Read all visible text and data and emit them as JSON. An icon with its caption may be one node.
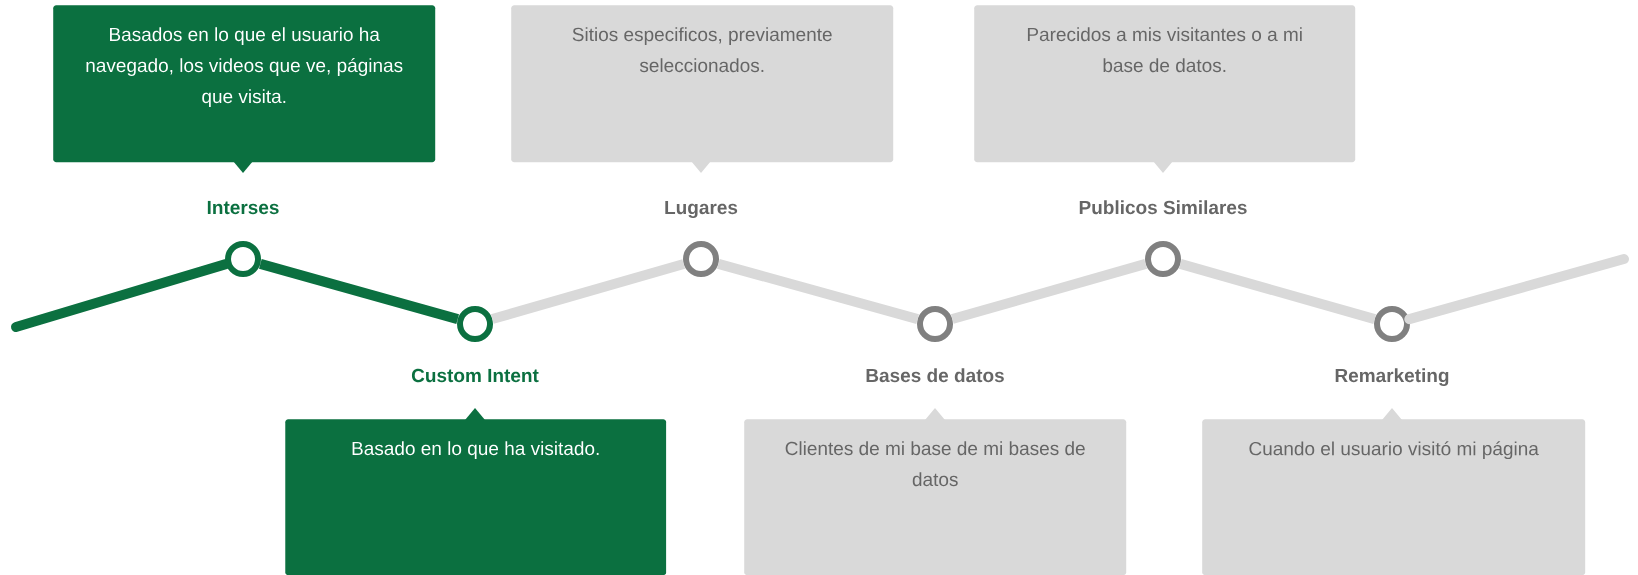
{
  "diagram": {
    "nodes": [
      {
        "text": [],
        "shape": "circle",
        "beside": [
          "Interses"
        ]
      },
      {
        "text": [],
        "shape": "circle",
        "beside": [
          "Custom Intent"
        ]
      },
      {
        "text": [],
        "shape": "circle",
        "beside": [
          "Lugares"
        ]
      },
      {
        "text": [],
        "shape": "circle",
        "beside": [
          "Bases de datos"
        ]
      },
      {
        "text": [],
        "shape": "circle",
        "beside": [
          "Publicos Similares"
        ]
      },
      {
        "text": [],
        "shape": "circle",
        "beside": [
          "Remarketing"
        ]
      },
      {
        "text": [
          "Basados en lo que el usuario ha navegado, los videos que ve, páginas que visita."
        ]
      },
      {
        "text": [
          "Basado en lo que ha visitado."
        ]
      },
      {
        "text": [
          "Sitios especificos, previamente seleccionados."
        ]
      },
      {
        "text": [
          "Clientes de mi base de mi bases de datos"
        ]
      },
      {
        "text": [
          "Parecidos a mis visitantes o a mi base de datos."
        ]
      },
      {
        "text": [
          "Cuando el usuario visitó mi página"
        ]
      }
    ],
    "edges": [
      {
        "from": null,
        "to": 0,
        "arrow": "none",
        "color": "#0b7040"
      },
      {
        "from": 0,
        "to": 1,
        "arrow": "none",
        "color": "#0b7040"
      },
      {
        "from": 1,
        "to": 2,
        "arrow": "none"
      },
      {
        "from": 2,
        "to": 3,
        "arrow": "none"
      },
      {
        "from": 3,
        "to": 4,
        "arrow": "none"
      },
      {
        "from": 4,
        "to": 5,
        "arrow": "none"
      },
      {
        "from": 5,
        "to": null,
        "arrow": "none"
      }
    ]
  }
}
